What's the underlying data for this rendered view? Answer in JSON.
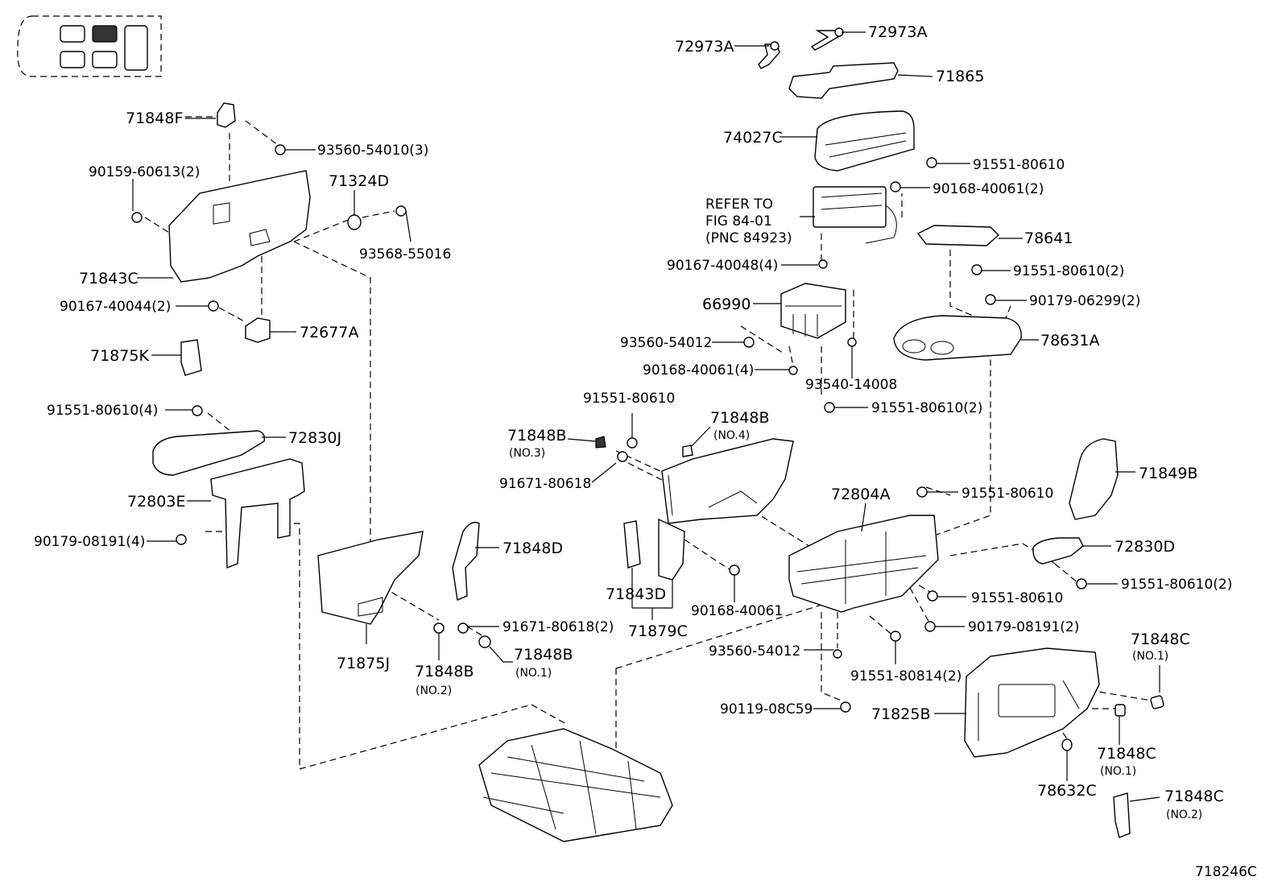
{
  "figure_id": "718246C",
  "refer_to": {
    "line1": "REFER TO",
    "line2": "FIG 84-01",
    "line3": "(PNC 84923)"
  },
  "callouts": [
    {
      "id": "c1",
      "text": "72973A"
    },
    {
      "id": "c2",
      "text": "72973A"
    },
    {
      "id": "c3",
      "text": "71865"
    },
    {
      "id": "c4",
      "text": "74027C"
    },
    {
      "id": "c5",
      "text": "91551-80610"
    },
    {
      "id": "c6",
      "text": "90168-40061(2)"
    },
    {
      "id": "c7",
      "text": "78641"
    },
    {
      "id": "c8",
      "text": "90167-40048(4)"
    },
    {
      "id": "c9",
      "text": "91551-80610(2)"
    },
    {
      "id": "c10",
      "text": "90179-06299(2)"
    },
    {
      "id": "c11",
      "text": "66990"
    },
    {
      "id": "c12",
      "text": "93560-54012"
    },
    {
      "id": "c13",
      "text": "78631A"
    },
    {
      "id": "c14",
      "text": "90168-40061(4)"
    },
    {
      "id": "c15",
      "text": "93540-14008"
    },
    {
      "id": "c16",
      "text": "91551-80610(2)"
    },
    {
      "id": "c17",
      "text": "71848F"
    },
    {
      "id": "c18",
      "text": "93560-54010(3)"
    },
    {
      "id": "c19",
      "text": "90159-60613(2)"
    },
    {
      "id": "c20",
      "text": "71324D"
    },
    {
      "id": "c21",
      "text": "93568-55016"
    },
    {
      "id": "c22",
      "text": "71843C"
    },
    {
      "id": "c23",
      "text": "90167-40044(2)"
    },
    {
      "id": "c24",
      "text": "72677A"
    },
    {
      "id": "c25",
      "text": "71875K"
    },
    {
      "id": "c26",
      "text": "91551-80610(4)"
    },
    {
      "id": "c27",
      "text": "72830J"
    },
    {
      "id": "c28",
      "text": "72803E"
    },
    {
      "id": "c29",
      "text": "90179-08191(4)"
    },
    {
      "id": "c30",
      "text": "91551-80610"
    },
    {
      "id": "c31",
      "text": "71848B"
    },
    {
      "id": "c32",
      "text": "71848B"
    },
    {
      "id": "c33",
      "text": "91671-80618"
    },
    {
      "id": "c34",
      "text": "71848D"
    },
    {
      "id": "c35",
      "text": "71875J"
    },
    {
      "id": "c36",
      "text": "91671-80618(2)"
    },
    {
      "id": "c37",
      "text": "71848B"
    },
    {
      "id": "c38",
      "text": "71848B"
    },
    {
      "id": "c39",
      "text": "71843D"
    },
    {
      "id": "c40",
      "text": "71879C"
    },
    {
      "id": "c41",
      "text": "90168-40061"
    },
    {
      "id": "c42",
      "text": "72804A"
    },
    {
      "id": "c43",
      "text": "91551-80610"
    },
    {
      "id": "c44",
      "text": "71849B"
    },
    {
      "id": "c45",
      "text": "72830D"
    },
    {
      "id": "c46",
      "text": "91551-80610(2)"
    },
    {
      "id": "c47",
      "text": "91551-80610"
    },
    {
      "id": "c48",
      "text": "90179-08191(2)"
    },
    {
      "id": "c49",
      "text": "93560-54012"
    },
    {
      "id": "c50",
      "text": "91551-80814(2)"
    },
    {
      "id": "c51",
      "text": "90119-08C59"
    },
    {
      "id": "c52",
      "text": "71825B"
    },
    {
      "id": "c53",
      "text": "71848C"
    },
    {
      "id": "c54",
      "text": "71848C"
    },
    {
      "id": "c55",
      "text": "78632C"
    },
    {
      "id": "c56",
      "text": "71848C"
    }
  ],
  "sublabels": [
    {
      "id": "s1",
      "text": "(NO.3)"
    },
    {
      "id": "s2",
      "text": "(NO.4)"
    },
    {
      "id": "s3",
      "text": "(NO.2)"
    },
    {
      "id": "s4",
      "text": "(NO.1)"
    },
    {
      "id": "s5",
      "text": "(NO.1)"
    },
    {
      "id": "s6",
      "text": "(NO.1)"
    },
    {
      "id": "s7",
      "text": "(NO.2)"
    }
  ]
}
